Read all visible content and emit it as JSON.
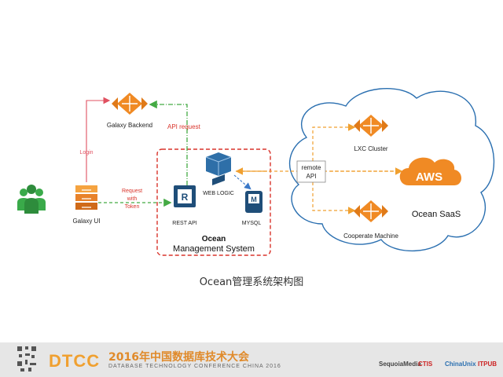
{
  "nodes": {
    "users": {
      "label": ""
    },
    "galaxy_ui": {
      "label": "Galaxy UI"
    },
    "galaxy_backend": {
      "label": "Galaxy Backend"
    },
    "rest_api": {
      "label": "REST API"
    },
    "web_logic": {
      "label": "WEB LOGIC"
    },
    "mysql": {
      "label": "MYSQL"
    },
    "lxc_cluster": {
      "label": "LXC Cluster"
    },
    "aws": {
      "label": "AWS"
    },
    "cooperate_machine": {
      "label": "Cooperate Machine"
    }
  },
  "edges": {
    "login": "Login",
    "api_request": "API request",
    "request_token_1": "Request",
    "request_token_2": "with",
    "request_token_3": "Token",
    "remote_api_1": "remote",
    "remote_api_2": "API"
  },
  "groups": {
    "ocean_title": "Ocean",
    "ocean_subtitle": "Management System",
    "ocean_saas": "Ocean SaaS"
  },
  "caption": "Ocean管理系统架构图",
  "footer": {
    "logo": "DTCC",
    "title": "2016年中国数据库技术大会",
    "subtitle": "DATABASE TECHNOLOGY CONFERENCE CHINA 2016",
    "sponsors": [
      "SequoiaMedia",
      "CTIS",
      "ChinaUnix",
      "ITPUB"
    ]
  },
  "colors": {
    "orange": "#f08a24",
    "red_line": "#e05060",
    "green_dash": "#44aa44",
    "dark_blue": "#1f4e79",
    "user_green": "#3aaa4a"
  }
}
